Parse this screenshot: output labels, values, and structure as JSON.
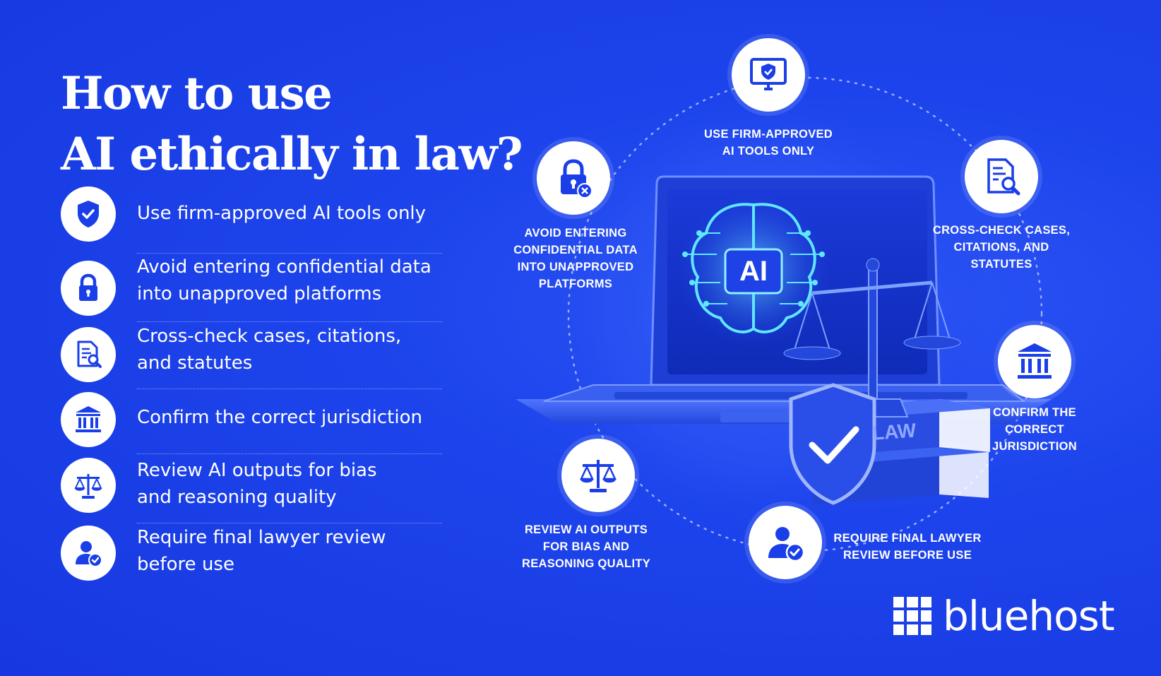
{
  "title": {
    "line1": "How to use",
    "line2": "AI ethically in law?"
  },
  "list": [
    {
      "icon": "shield-check-icon",
      "line1": "Use firm-approved AI tools only",
      "line2": ""
    },
    {
      "icon": "padlock-icon",
      "line1": "Avoid entering confidential data",
      "line2": "into unapproved platforms"
    },
    {
      "icon": "document-search-icon",
      "line1": "Cross-check cases, citations,",
      "line2": "and statutes"
    },
    {
      "icon": "courthouse-icon",
      "line1": "Confirm the correct jurisdiction",
      "line2": ""
    },
    {
      "icon": "scales-icon",
      "line1": "Review AI outputs for bias",
      "line2": "and reasoning quality"
    },
    {
      "icon": "user-check-icon",
      "line1": "Require final lawyer review",
      "line2": "before use"
    }
  ],
  "diagram": {
    "center": {
      "screen_label": "AI",
      "book_label": "LAW"
    },
    "nodes": [
      {
        "icon": "monitor-shield-icon",
        "label": "USE FIRM-APPROVED\nAI TOOLS ONLY"
      },
      {
        "icon": "lock-x-icon",
        "label": "AVOID ENTERING\nCONFIDENTIAL DATA\nINTO UNAPPROVED\nPLATFORMS"
      },
      {
        "icon": "document-search-icon",
        "label": "CROSS-CHECK CASES,\nCITATIONS, AND\nSTATUTES"
      },
      {
        "icon": "courthouse-icon",
        "label": "CONFIRM THE\nCORRECT\nJURISDICTION"
      },
      {
        "icon": "scales-icon",
        "label": "REVIEW AI OUTPUTS\nFOR BIAS AND\nREASONING QUALITY"
      },
      {
        "icon": "user-check-icon",
        "label": "REQUIRE FINAL LAWYER\nREVIEW BEFORE USE"
      }
    ]
  },
  "brand": {
    "name": "bluehost",
    "color": "#1a3fe8",
    "accent": "#2c55f5",
    "glow": "#39d3ff"
  }
}
